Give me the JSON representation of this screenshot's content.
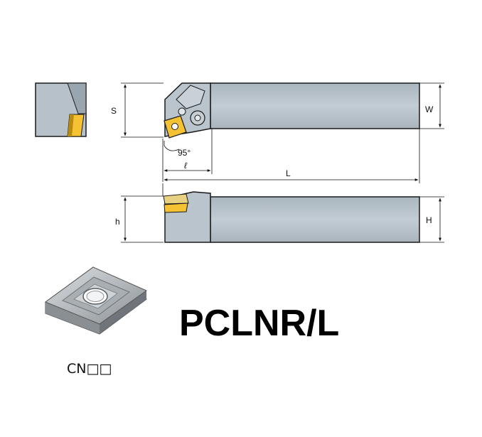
{
  "title": "PCLNR/L",
  "insert_code": "CN□□",
  "dimensions": {
    "s": "S",
    "w": "W",
    "l": "L",
    "small_l": "ℓ",
    "h_lower": "h",
    "h_upper": "H",
    "angle": "95°"
  },
  "colors": {
    "holder_fill": "#b9c4cc",
    "holder_dark": "#8f9aa3",
    "insert_gold": "#f4c233",
    "outline": "#1a1a1a"
  }
}
